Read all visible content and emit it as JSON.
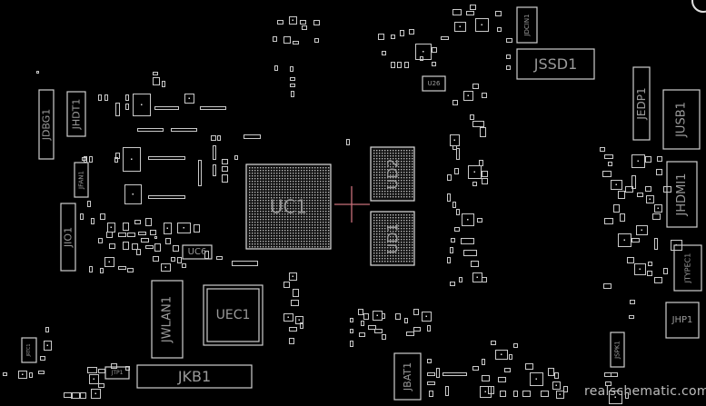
{
  "viewer": {
    "watermark": "realschematic.com",
    "colors": {
      "background": "#000000",
      "outline": "#cfcfcf",
      "label": "#9a9a9a",
      "crosshair": "#c8707a"
    }
  },
  "components": {
    "JDBG1": "JDBG1",
    "JHDT1": "JHDT1",
    "JFAN1": "JFAN1",
    "JIO1": "JIO1",
    "UC1": "UC1",
    "UD2": "UD2",
    "UD1": "UD1",
    "JSSD1": "JSSD1",
    "JDCIN1": "JDCIN1",
    "JEDP1": "JEDP1",
    "JUSB1": "JUSB1",
    "JHDMI1": "JHDMI1",
    "JTYPEC1": "JTYPEC1",
    "JHP1": "JHP1",
    "JSPK1": "JSPK1",
    "JBAT1": "JBAT1",
    "JWLAN1": "JWLAN1",
    "UEC1": "UEC1",
    "JKB1": "JKB1",
    "UC6": "UC6",
    "U26": "U26",
    "JRTC1": "JRTC1",
    "JTP1": "JTP1"
  }
}
